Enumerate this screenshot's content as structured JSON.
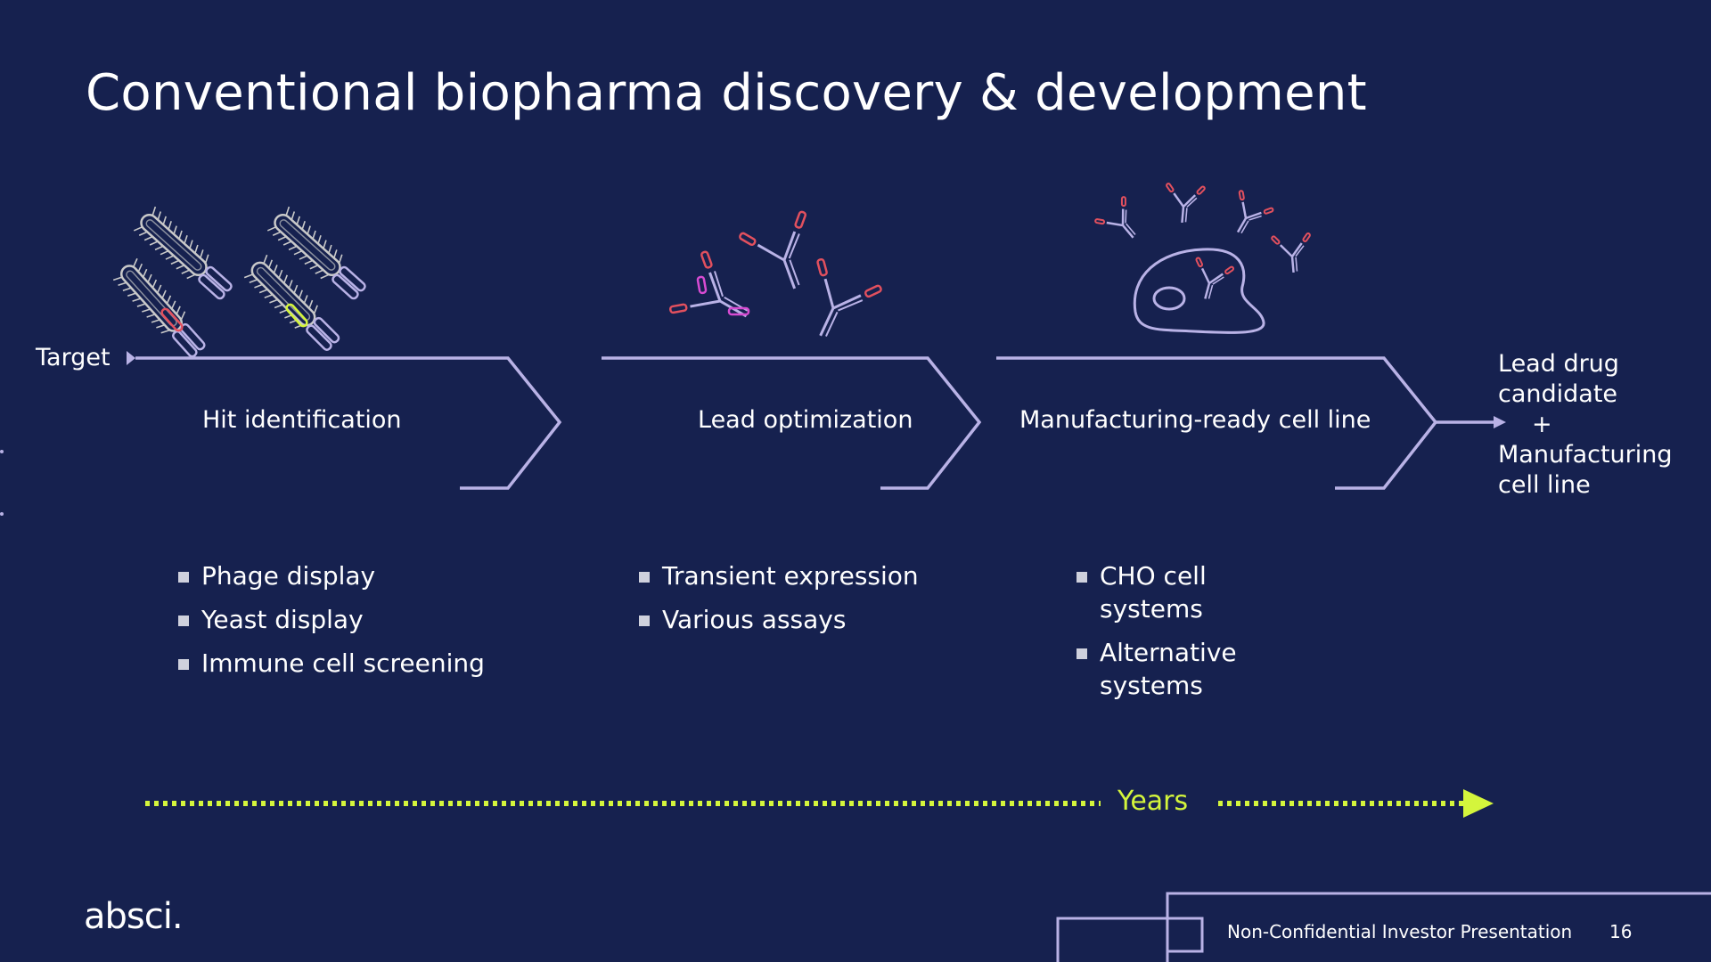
{
  "slide": {
    "title": "Conventional biopharma discovery & development"
  },
  "flow": {
    "start_label": "Target",
    "stages": [
      {
        "label": "Hit identification",
        "bullets": [
          "Phage display",
          "Yeast display",
          "Immune cell screening"
        ]
      },
      {
        "label": "Lead optimization",
        "bullets": [
          "Transient expression",
          "Various assays"
        ]
      },
      {
        "label": "Manufacturing-ready cell line",
        "bullets": [
          "CHO cell systems",
          "Alternative systems"
        ]
      }
    ],
    "outcome": {
      "line1": "Lead drug",
      "line2": "candidate",
      "plus": "+",
      "line3": "Manufacturing",
      "line4": "cell line"
    }
  },
  "timeline": {
    "label": "Years"
  },
  "footer": {
    "logo": "absci.",
    "text": "Non-Confidential Investor Presentation",
    "page": "16"
  },
  "colors": {
    "background": "#16214f",
    "flow_line": "#b9b2e6",
    "accent": "#d4f53c",
    "text": "#ffffff"
  },
  "icons": [
    "phage-icon",
    "antibody-icon",
    "cell-icon"
  ]
}
